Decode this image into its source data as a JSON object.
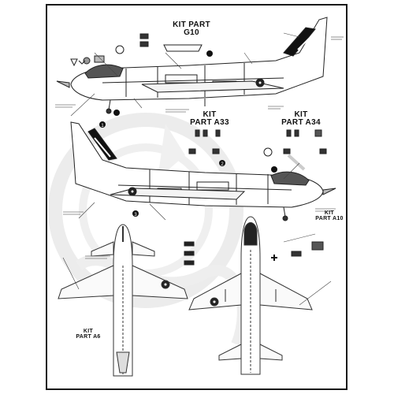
{
  "kit_labels": [
    {
      "id": "g10",
      "line1": "KIT PART",
      "line2": "G10"
    },
    {
      "id": "a33",
      "line1": "KIT",
      "line2": "PART A33"
    },
    {
      "id": "a34",
      "line1": "KIT",
      "line2": "PART A34"
    },
    {
      "id": "a10",
      "line1": "KIT",
      "line2": "PART A10"
    },
    {
      "id": "a6",
      "line1": "KIT",
      "line2": "PART A6"
    }
  ],
  "callout_numbers": [
    "1",
    "2",
    "3"
  ],
  "colors": {
    "ink": "#111111",
    "line": "#333333",
    "gray": "#9a9a9a",
    "watermark": "#e6e6e6",
    "paper": "#ffffff"
  }
}
